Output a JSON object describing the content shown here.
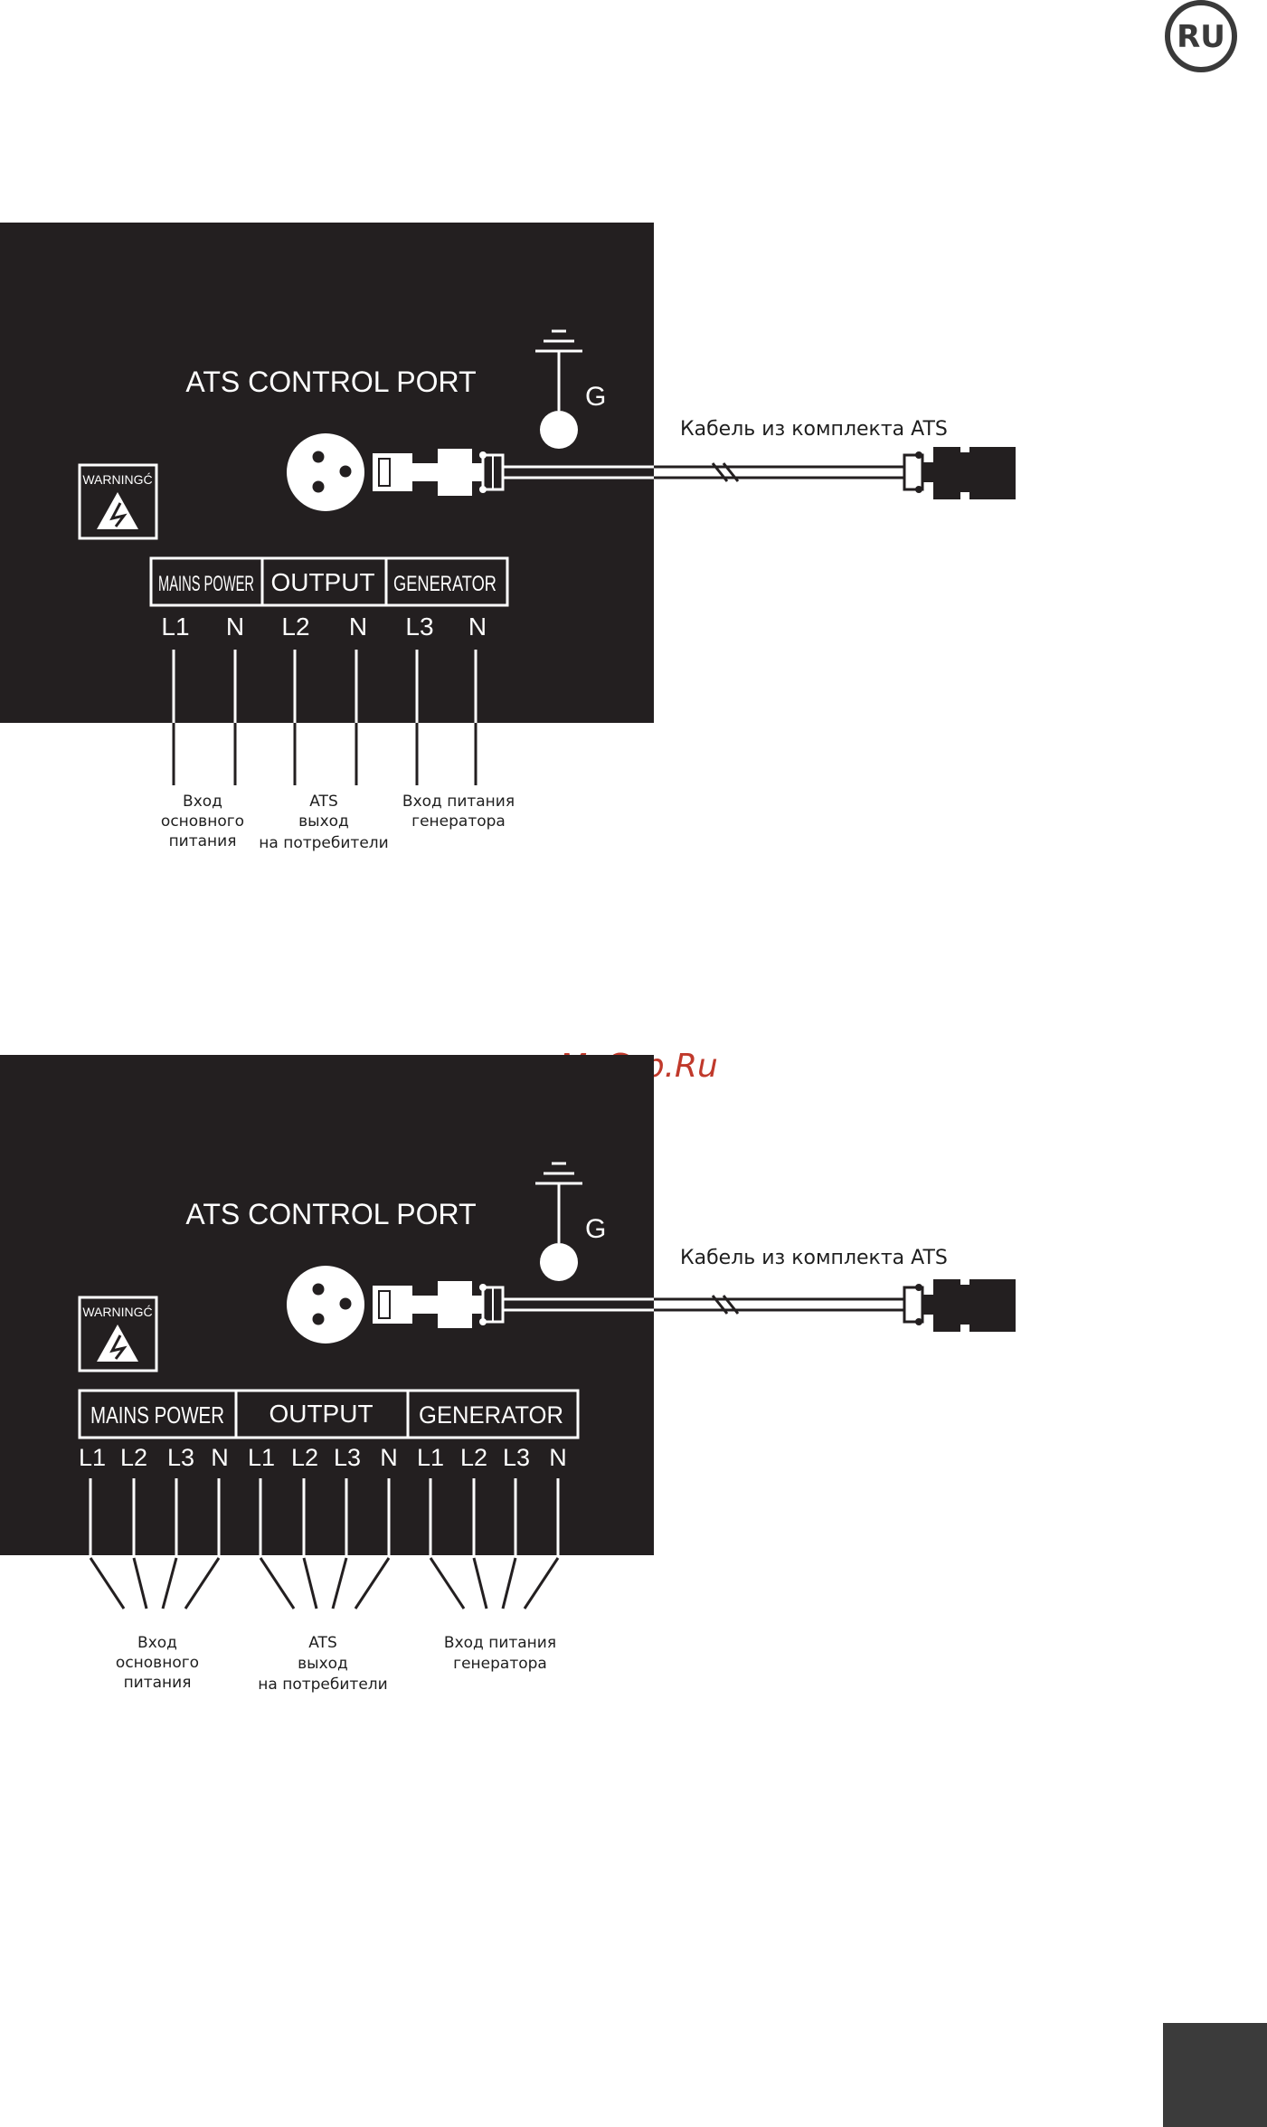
{
  "page": {
    "language_badge": "RU",
    "watermark": "McGrp.Ru"
  },
  "colors": {
    "panel": "#231f20",
    "ink": "#1e1e1e",
    "watermark": "#c0392b",
    "corner_tab": "#3b3b3b"
  },
  "diagram_top": {
    "port_title": "ATS CONTROL PORT",
    "ground_label": "G",
    "warning_label": "WARNINGĆ",
    "cable_label": "Кабель из комплекта ATS",
    "groups": [
      {
        "label": "MAINS POWER",
        "terminals": [
          "L1",
          "N"
        ]
      },
      {
        "label": "OUTPUT",
        "terminals": [
          "L2",
          "N"
        ]
      },
      {
        "label": "GENERATOR",
        "terminals": [
          "L3",
          "N"
        ]
      }
    ],
    "captions": {
      "mains": [
        "Вход",
        "основного",
        "питания"
      ],
      "output": [
        "ATS",
        "выход",
        "на потребители"
      ],
      "generator": [
        "Вход питания",
        "генератора"
      ]
    }
  },
  "diagram_bottom": {
    "port_title": "ATS CONTROL PORT",
    "ground_label": "G",
    "warning_label": "WARNINGĆ",
    "cable_label": "Кабель из комплекта ATS",
    "groups": [
      {
        "label": "MAINS POWER",
        "terminals": [
          "L1",
          "L2",
          "L3",
          "N"
        ]
      },
      {
        "label": "OUTPUT",
        "terminals": [
          "L1",
          "L2",
          "L3",
          "N"
        ]
      },
      {
        "label": "GENERATOR",
        "terminals": [
          "L1",
          "L2",
          "L3",
          "N"
        ]
      }
    ],
    "captions": {
      "mains": [
        "Вход",
        "основного",
        "питания"
      ],
      "output": [
        "ATS",
        "выход",
        "на потребители"
      ],
      "generator": [
        "Вход питания",
        "генератора"
      ]
    }
  }
}
